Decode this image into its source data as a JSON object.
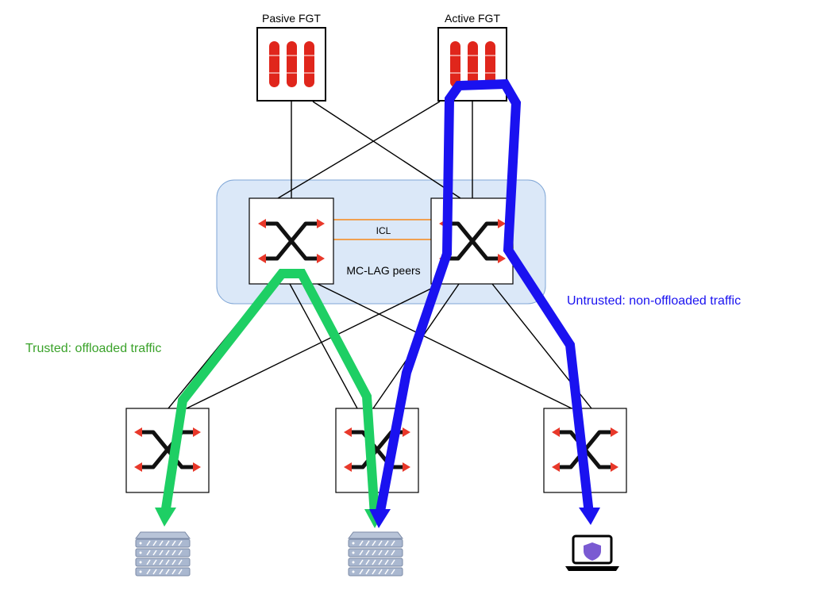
{
  "labels": {
    "passive_fgt": "Pasive FGT",
    "active_fgt": "Active FGT",
    "icl": "ICL",
    "mclag": "MC-LAG peers",
    "trusted": "Trusted: offloaded traffic",
    "untrusted": "Untrusted: non-offloaded traffic"
  },
  "colors": {
    "trusted": "#1ecf64",
    "untrusted": "#1a12f0",
    "trusted_text": "#3aa22a",
    "untrusted_text": "#1a12f0",
    "firewall_red": "#e0261c",
    "icl_line": "#f0a050",
    "group_fill": "#dbe8f8",
    "group_stroke": "#7fa6d6",
    "switch_arrow_red": "#e8382a"
  },
  "icons": {
    "firewall": "firewall-icon",
    "switch": "switch-icon",
    "server": "server-icon",
    "laptop": "laptop-icon"
  }
}
